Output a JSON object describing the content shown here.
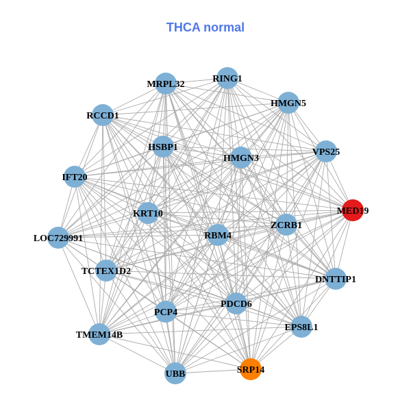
{
  "title": "THCA normal",
  "colors": {
    "default": "#7eb0d5",
    "highlight_red": "#e41a1c",
    "highlight_orange": "#ff7f00",
    "edge": "#aaaaaa"
  },
  "edges": "all-pairs",
  "nodes": [
    {
      "id": "RING1",
      "color": "#7eb0d5"
    },
    {
      "id": "MRPL32",
      "color": "#7eb0d5"
    },
    {
      "id": "HMGN5",
      "color": "#7eb0d5"
    },
    {
      "id": "RCCD1",
      "color": "#7eb0d5"
    },
    {
      "id": "HSBP1",
      "color": "#7eb0d5"
    },
    {
      "id": "HMGN3",
      "color": "#7eb0d5"
    },
    {
      "id": "VPS25",
      "color": "#7eb0d5"
    },
    {
      "id": "IFT20",
      "color": "#7eb0d5"
    },
    {
      "id": "KRT10",
      "color": "#7eb0d5"
    },
    {
      "id": "MED19",
      "color": "#e41a1c"
    },
    {
      "id": "ZCRB1",
      "color": "#7eb0d5"
    },
    {
      "id": "RBM4",
      "color": "#7eb0d5"
    },
    {
      "id": "LOC729991",
      "color": "#7eb0d5"
    },
    {
      "id": "TCTEX1D2",
      "color": "#7eb0d5"
    },
    {
      "id": "DNTTIP1",
      "color": "#7eb0d5"
    },
    {
      "id": "PDCD6",
      "color": "#7eb0d5"
    },
    {
      "id": "PCP4",
      "color": "#7eb0d5"
    },
    {
      "id": "EPS8L1",
      "color": "#7eb0d5"
    },
    {
      "id": "TMEM14B",
      "color": "#7eb0d5"
    },
    {
      "id": "UBB",
      "color": "#7eb0d5"
    },
    {
      "id": "SRP14",
      "color": "#ff7f00"
    }
  ]
}
